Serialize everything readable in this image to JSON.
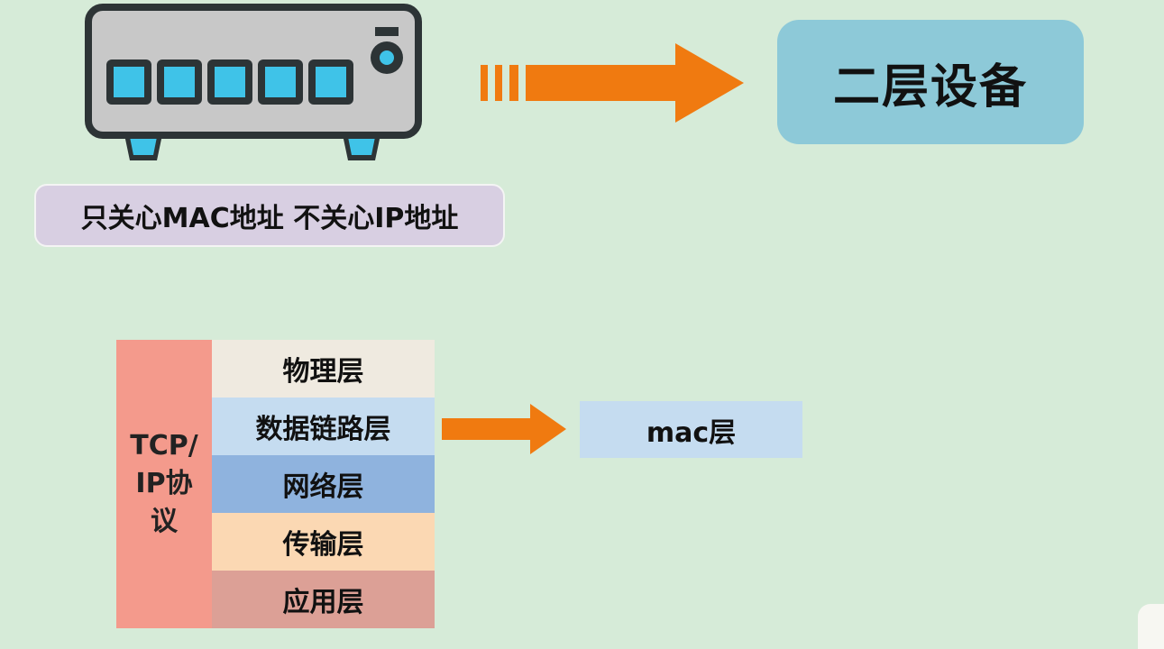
{
  "device": {
    "label": "二层设备",
    "caption": "只关心MAC地址 不关心IP地址"
  },
  "stack": {
    "protocol_label": "TCP/IP协议",
    "layers": [
      "物理层",
      "数据链路层",
      "网络层",
      "传输层",
      "应用层"
    ]
  },
  "mac": {
    "label": "mac层"
  },
  "colors": {
    "background": "#d6ebd8",
    "arrow": "#f07a10",
    "device_box": "#8dc9d8",
    "caption_box": "#d8cfe2",
    "protocol_side": "#f49a8c",
    "layer_physical": "#efeae0",
    "layer_datalink": "#c5dcf0",
    "layer_network": "#8fb3de",
    "layer_transport": "#fbd8b3",
    "layer_application": "#dca096",
    "port_light": "#3fc3e8"
  },
  "icons": [
    "network-switch-icon",
    "arrow-right-icon"
  ]
}
